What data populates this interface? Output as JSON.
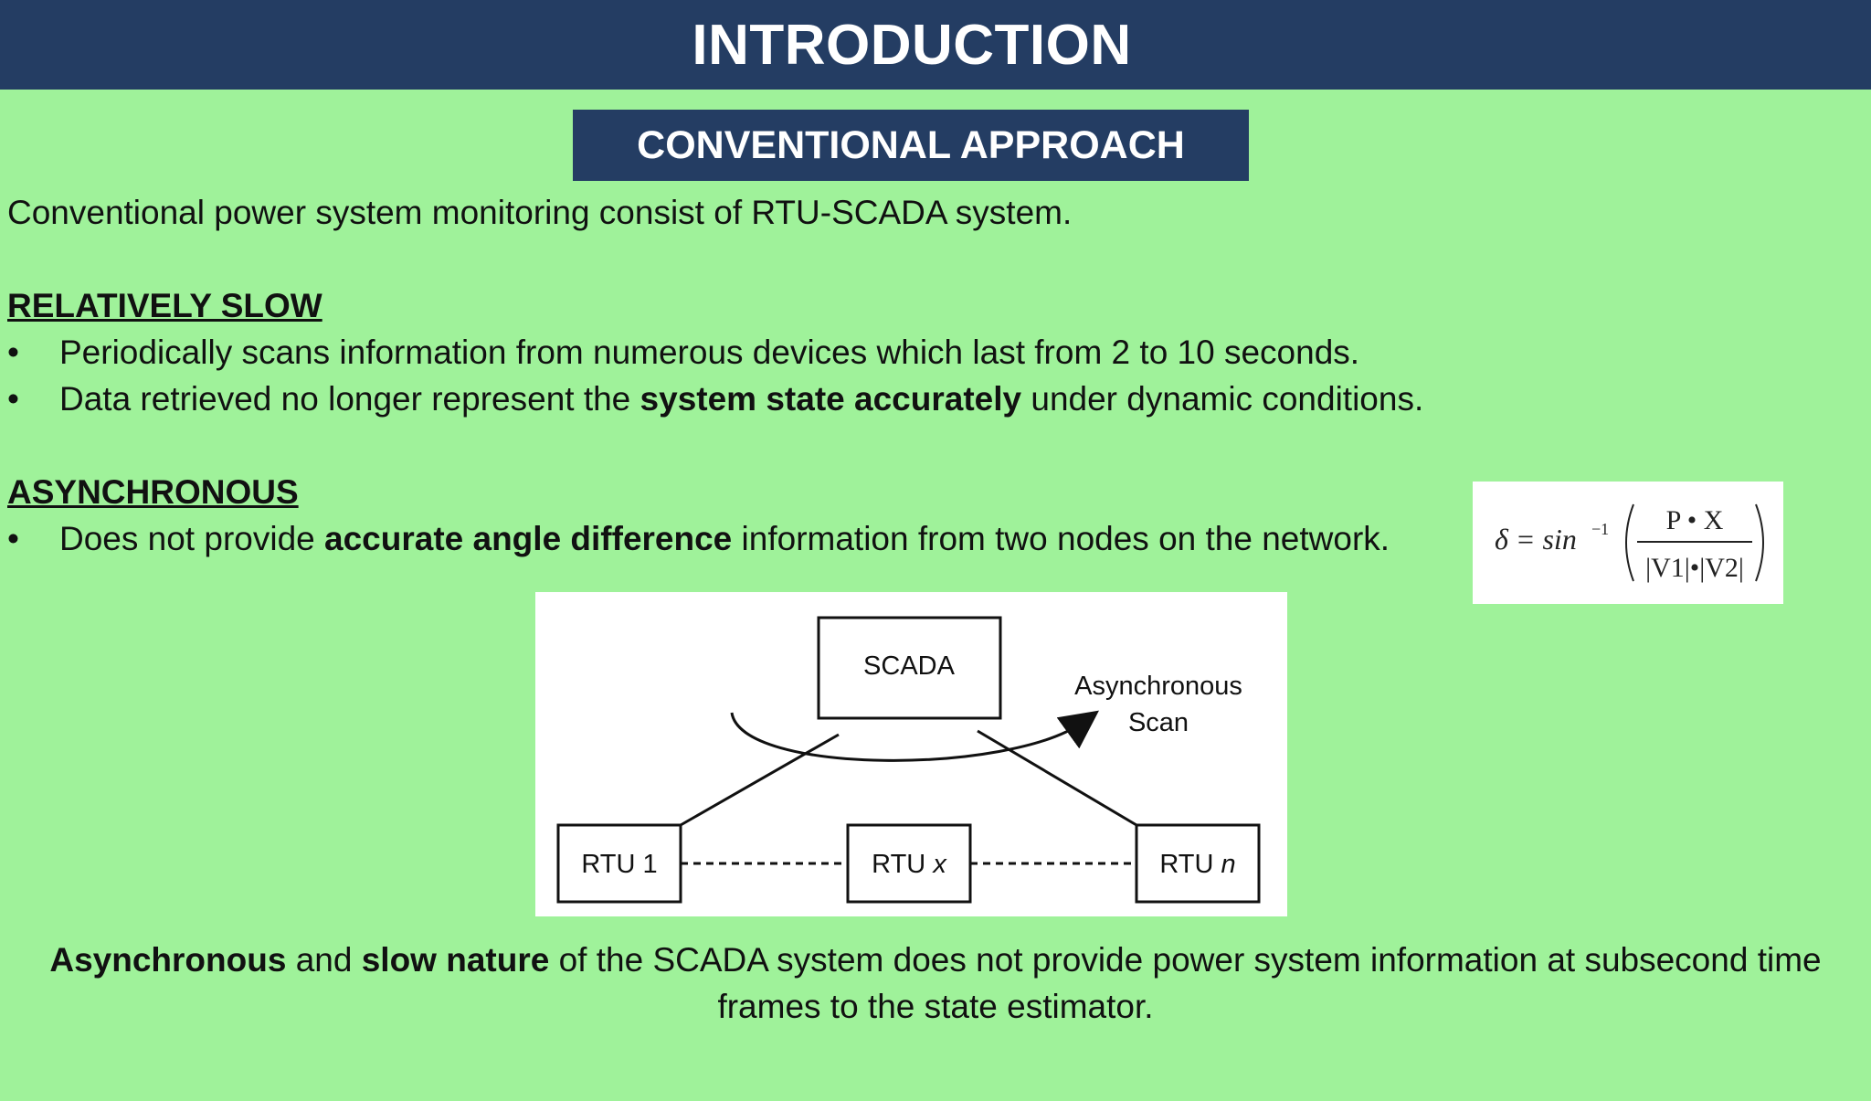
{
  "header": {
    "title": "INTRODUCTION"
  },
  "subtitle": "CONVENTIONAL APPROACH",
  "intro": "Conventional power system monitoring consist of RTU-SCADA system.",
  "section_slow": {
    "heading": "RELATIVELY SLOW",
    "bullet1": "Periodically scans information from numerous devices which last from 2 to 10 seconds.",
    "bullet2_before": "Data retrieved no longer represent the ",
    "bullet2_bold": "system state accurately",
    "bullet2_after": " under dynamic conditions."
  },
  "section_async": {
    "heading": "ASYNCHRONOUS",
    "bullet1_before": "Does not provide ",
    "bullet1_bold": "accurate angle difference",
    "bullet1_after": " information from two nodes on the network."
  },
  "bullet_char": "•",
  "formula": {
    "lhs": "δ = sin",
    "exp": "−1",
    "numerator": "P • X",
    "denominator": "|V1|•|V2|"
  },
  "diagram": {
    "scada_label": "SCADA",
    "scan_label_1": "Asynchronous",
    "scan_label_2": "Scan",
    "rtu1_label": "RTU 1",
    "rtux_label": "RTU ",
    "rtux_var": "x",
    "rtun_label": "RTU ",
    "rtun_var": "n"
  },
  "conclusion": {
    "bold1": "Asynchronous",
    "text1": " and ",
    "bold2": "slow nature",
    "text2": " of the SCADA system does not provide power system information at subsecond time",
    "line2": "frames to the state estimator."
  }
}
